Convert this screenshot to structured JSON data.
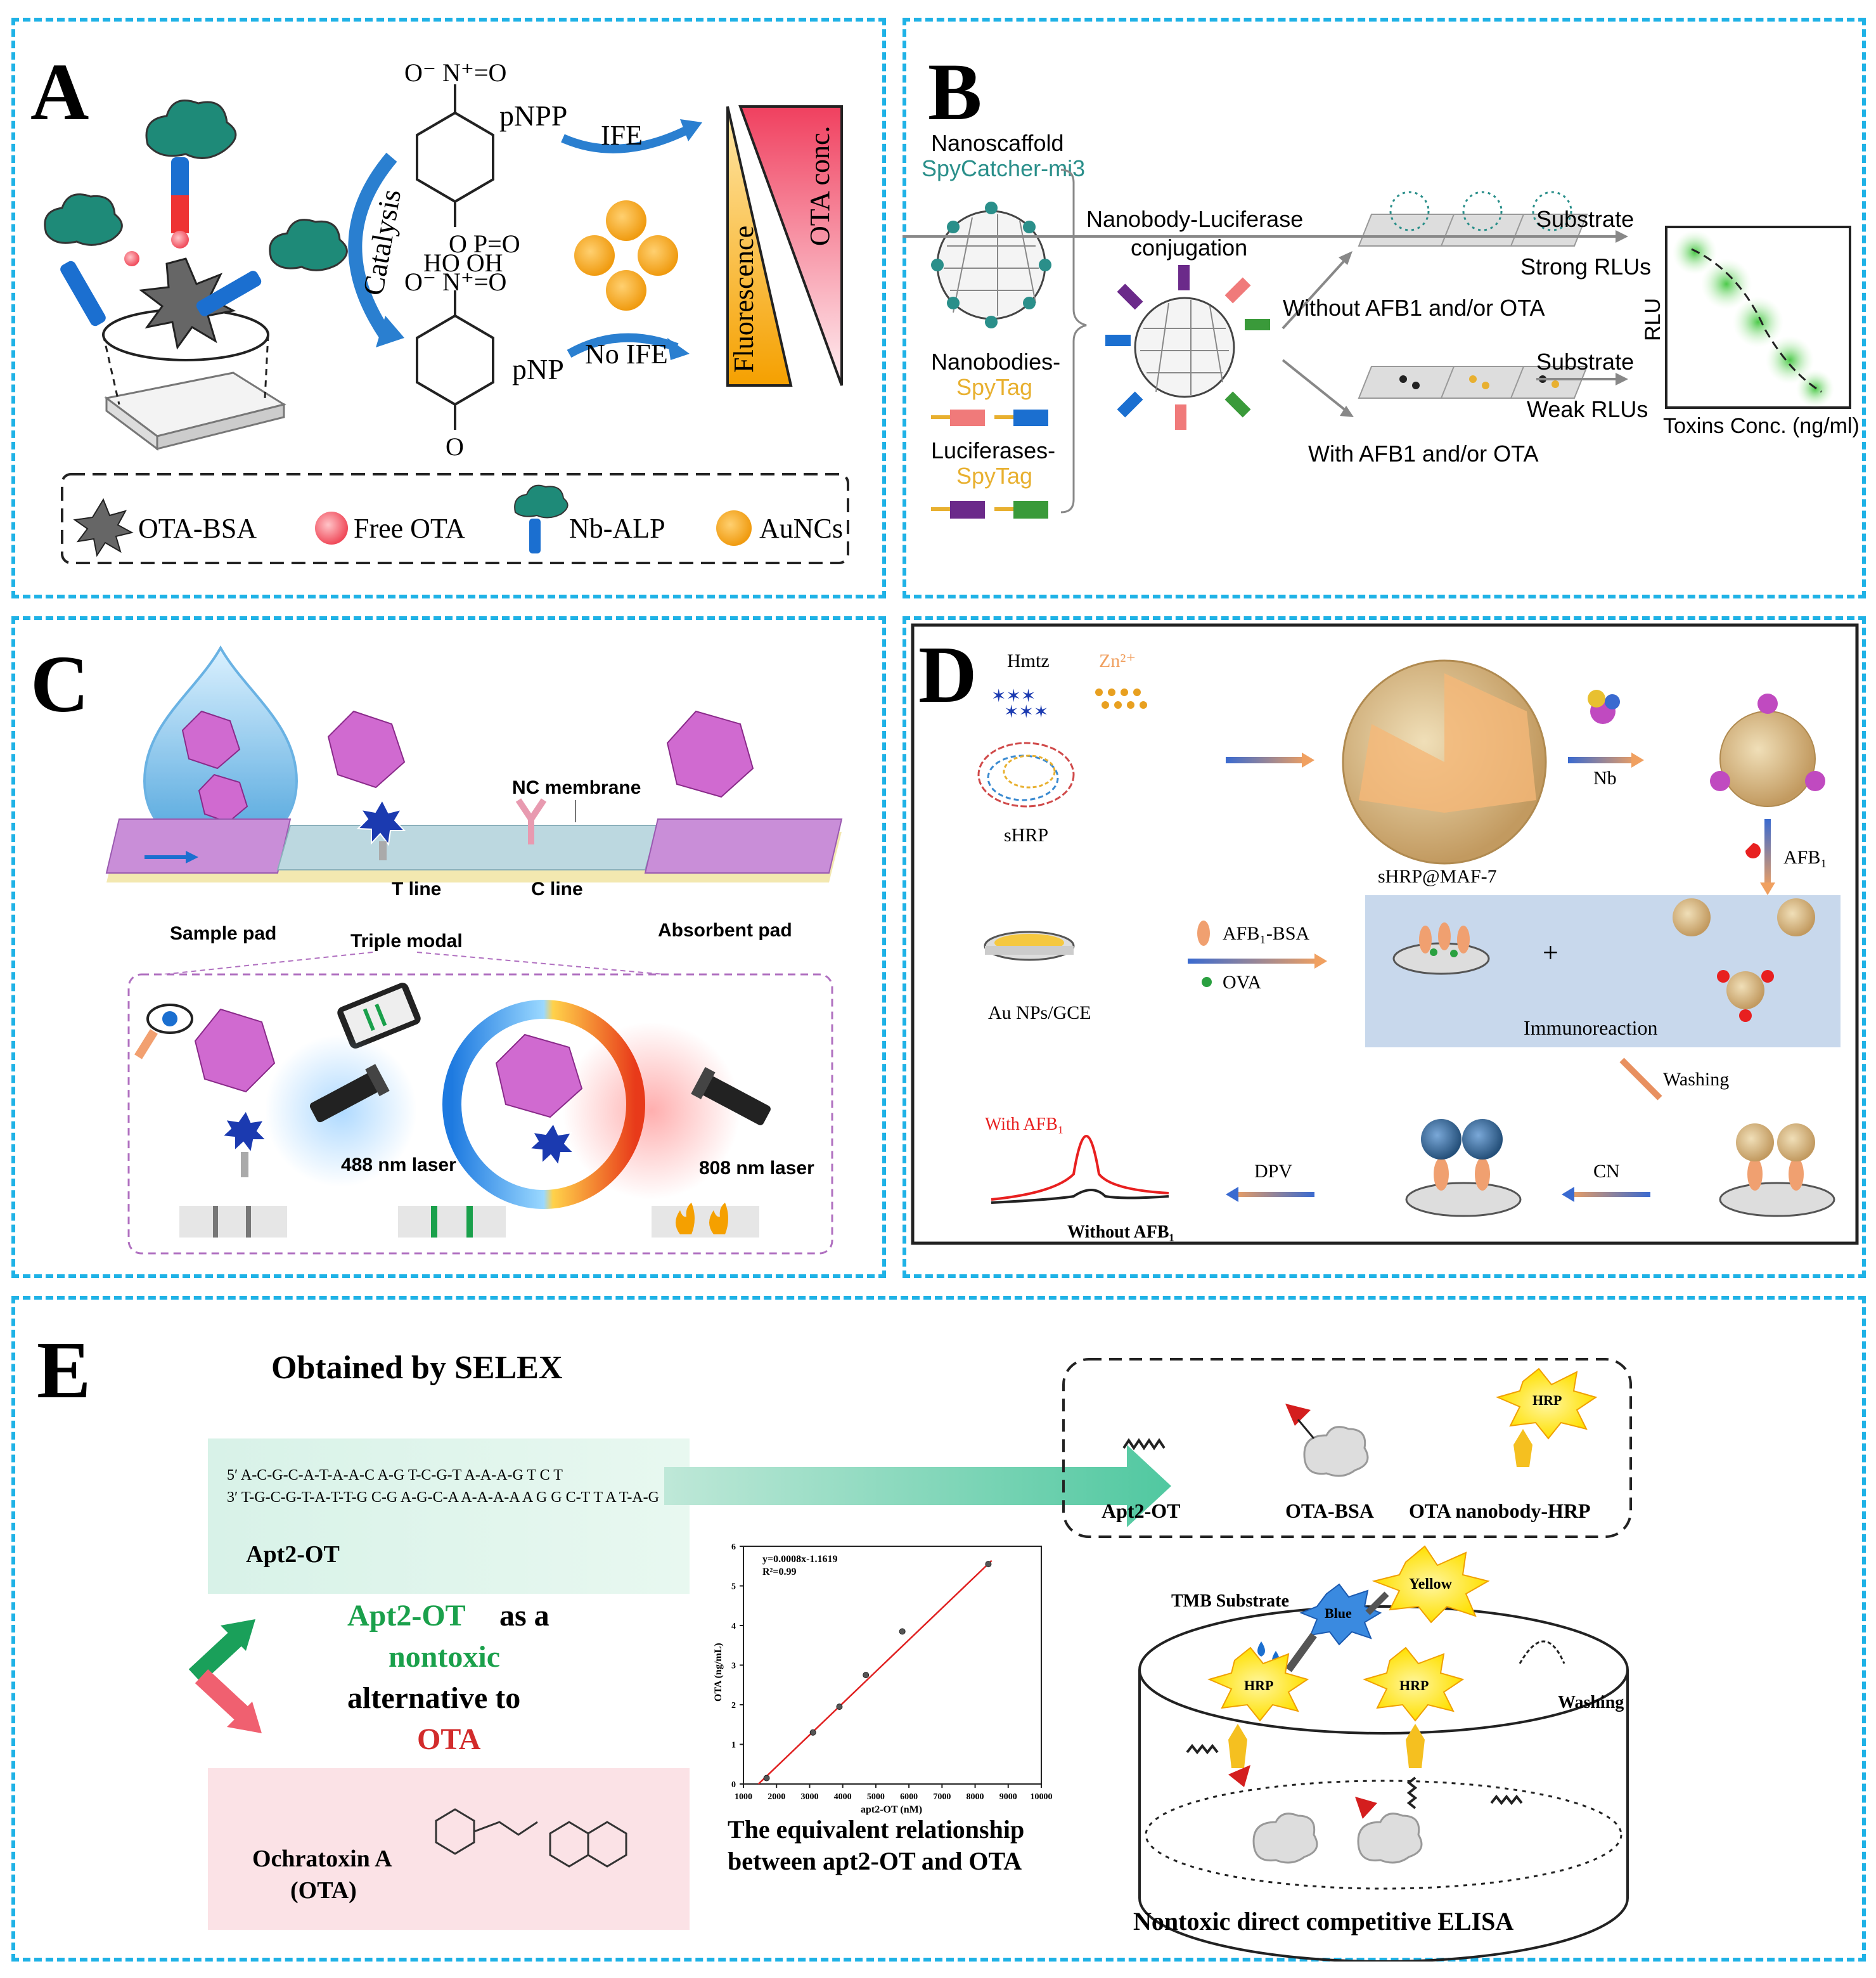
{
  "colors": {
    "border": "#1fb2e6",
    "teal": "#2a8f8a",
    "spytag": "#e8b030",
    "green": "#1aa04b",
    "red": "#d22b2b",
    "gold": "#f5a623"
  },
  "panelA": {
    "letter": "A",
    "pnpp": "pNPP",
    "pnp": "pNP",
    "catalysis": "Catalysis",
    "ife": "IFE",
    "no_ife": "No IFE",
    "fluorescence": "Fluorescence",
    "ota_conc": "OTA conc.",
    "legend": [
      "OTA-BSA",
      "Free OTA",
      "Nb-ALP",
      "AuNCs"
    ]
  },
  "panelB": {
    "letter": "B",
    "nanoscaffold": "Nanoscaffold",
    "spycatcher": "SpyCatcher-mi3",
    "nanobodies": "Nanobodies-",
    "spytag1": "SpyTag",
    "luciferases": "Luciferases-",
    "spytag2": "SpyTag",
    "conjugation": [
      "Nanobody-Luciferase",
      "conjugation"
    ],
    "without": "Without AFB1 and/or OTA",
    "with": "With AFB1 and/or OTA",
    "substrate1": "Substrate",
    "strong": "Strong RLUs",
    "substrate2": "Substrate",
    "weak": "Weak RLUs",
    "rlu": "RLU",
    "toxins": "Toxins Conc. (ng/ml)"
  },
  "panelC": {
    "letter": "C",
    "nc_membrane": "NC membrane",
    "t_line": "T line",
    "c_line": "C line",
    "sample_pad": "Sample pad",
    "triple_modal": "Triple modal",
    "absorbent_pad": "Absorbent pad",
    "laser488": "488 nm laser",
    "laser808": "808 nm laser"
  },
  "panelD": {
    "letter": "D",
    "hmtz": "Hmtz",
    "zn": "Zn²⁺",
    "shrp": "sHRP",
    "shrp_maf": "sHRP@MAF-7",
    "nb": "Nb",
    "afb1": "AFB₁",
    "afb1_bsa": "AFB₁-BSA",
    "ova": "OVA",
    "au_nps": "Au NPs/GCE",
    "plus": "+",
    "immunoreaction": "Immunoreaction",
    "washing": "Washing",
    "dpv": "DPV",
    "cn": "CN",
    "with_afb1": "With AFB₁",
    "without_afb1": "Without AFB₁"
  },
  "panelE": {
    "letter": "E",
    "selex": "Obtained by SELEX",
    "seq_top": "5′ A-C-G-C-A-T-A-A-C A-G T-C-G-T A-A-A-G T C T",
    "seq_bot": "3′ T-G-C-G-T-A-T-T-G C-G A-G-C-A A-A-A-A A G G C-T T A T-A-G",
    "apt_label": "Apt2-OT",
    "alt": [
      "Apt2-OT",
      "as a",
      "nontoxic",
      "alternative to",
      "OTA"
    ],
    "ochratoxin": "Ochratoxin A",
    "ota_paren": "(OTA)",
    "legend_apt": "Apt2-OT",
    "legend_otabsa": "OTA-BSA",
    "legend_nbhrp": "OTA nanobody-HRP",
    "hrp": "HRP",
    "tmb": "TMB Substrate",
    "blue": "Blue",
    "yellow": "Yellow",
    "washing": "Washing",
    "elisa": "Nontoxic direct competitive ELISA",
    "equiv": [
      "The equivalent relationship",
      "between apt2-OT and OTA"
    ]
  },
  "chart_data": {
    "type": "scatter",
    "equation": "y=0.0008x-1.1619",
    "r2": "R²=0.99",
    "xlabel": "apt2-OT (nM)",
    "ylabel": "OTA (ng/mL)",
    "xlim": [
      1000,
      10000
    ],
    "ylim": [
      0,
      6
    ],
    "xticks": [
      1000,
      2000,
      3000,
      4000,
      5000,
      6000,
      7000,
      8000,
      9000,
      10000
    ],
    "yticks": [
      0,
      1,
      2,
      3,
      4,
      5,
      6
    ],
    "x": [
      1700,
      3100,
      3900,
      4700,
      5800,
      8400
    ],
    "y": [
      0.15,
      1.3,
      1.95,
      2.75,
      3.85,
      5.55
    ],
    "fit": {
      "slope": 0.0008,
      "intercept": -1.1619
    }
  }
}
